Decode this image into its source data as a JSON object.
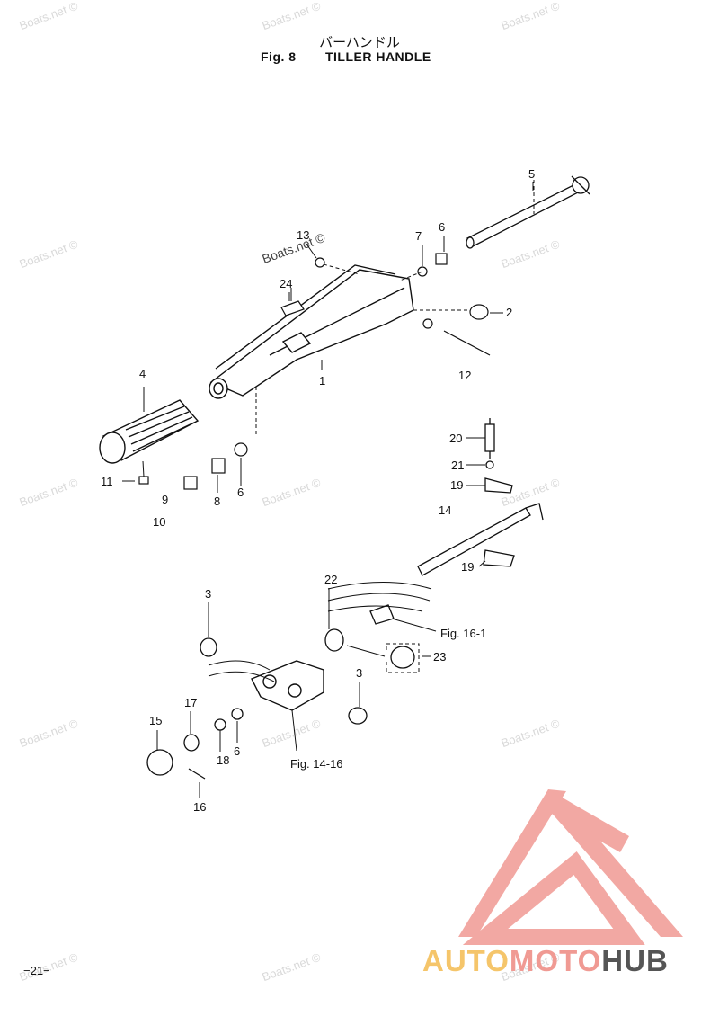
{
  "header": {
    "title_jp": "バーハンドル",
    "fig_number": "Fig. 8",
    "title_en": "TILLER HANDLE"
  },
  "footer": {
    "page_number": "−21−"
  },
  "watermark": {
    "text": "Boats.net ©"
  },
  "callouts": {
    "c1": "1",
    "c2": "2",
    "c3a": "3",
    "c3b": "3",
    "c4": "4",
    "c5": "5",
    "c6a": "6",
    "c6b": "6",
    "c6c": "6",
    "c7": "7",
    "c8": "8",
    "c9": "9",
    "c10": "10",
    "c11": "11",
    "c12": "12",
    "c13": "13",
    "c14": "14",
    "c15": "15",
    "c16": "16",
    "c17": "17",
    "c18": "18",
    "c19a": "19",
    "c19b": "19",
    "c20": "20",
    "c21": "21",
    "c22": "22",
    "c23": "23",
    "c24": "24"
  },
  "references": {
    "fig16": "Fig. 16-1",
    "fig14": "Fig. 14-16"
  },
  "brand": {
    "part1": "AUTO",
    "part2": "MOTO",
    "part3": "HUB"
  },
  "colors": {
    "logo_red": "#f09a93",
    "logo_yellow": "#f5c56a",
    "logo_gray": "#555555",
    "watermark": "#d9d9d9"
  }
}
